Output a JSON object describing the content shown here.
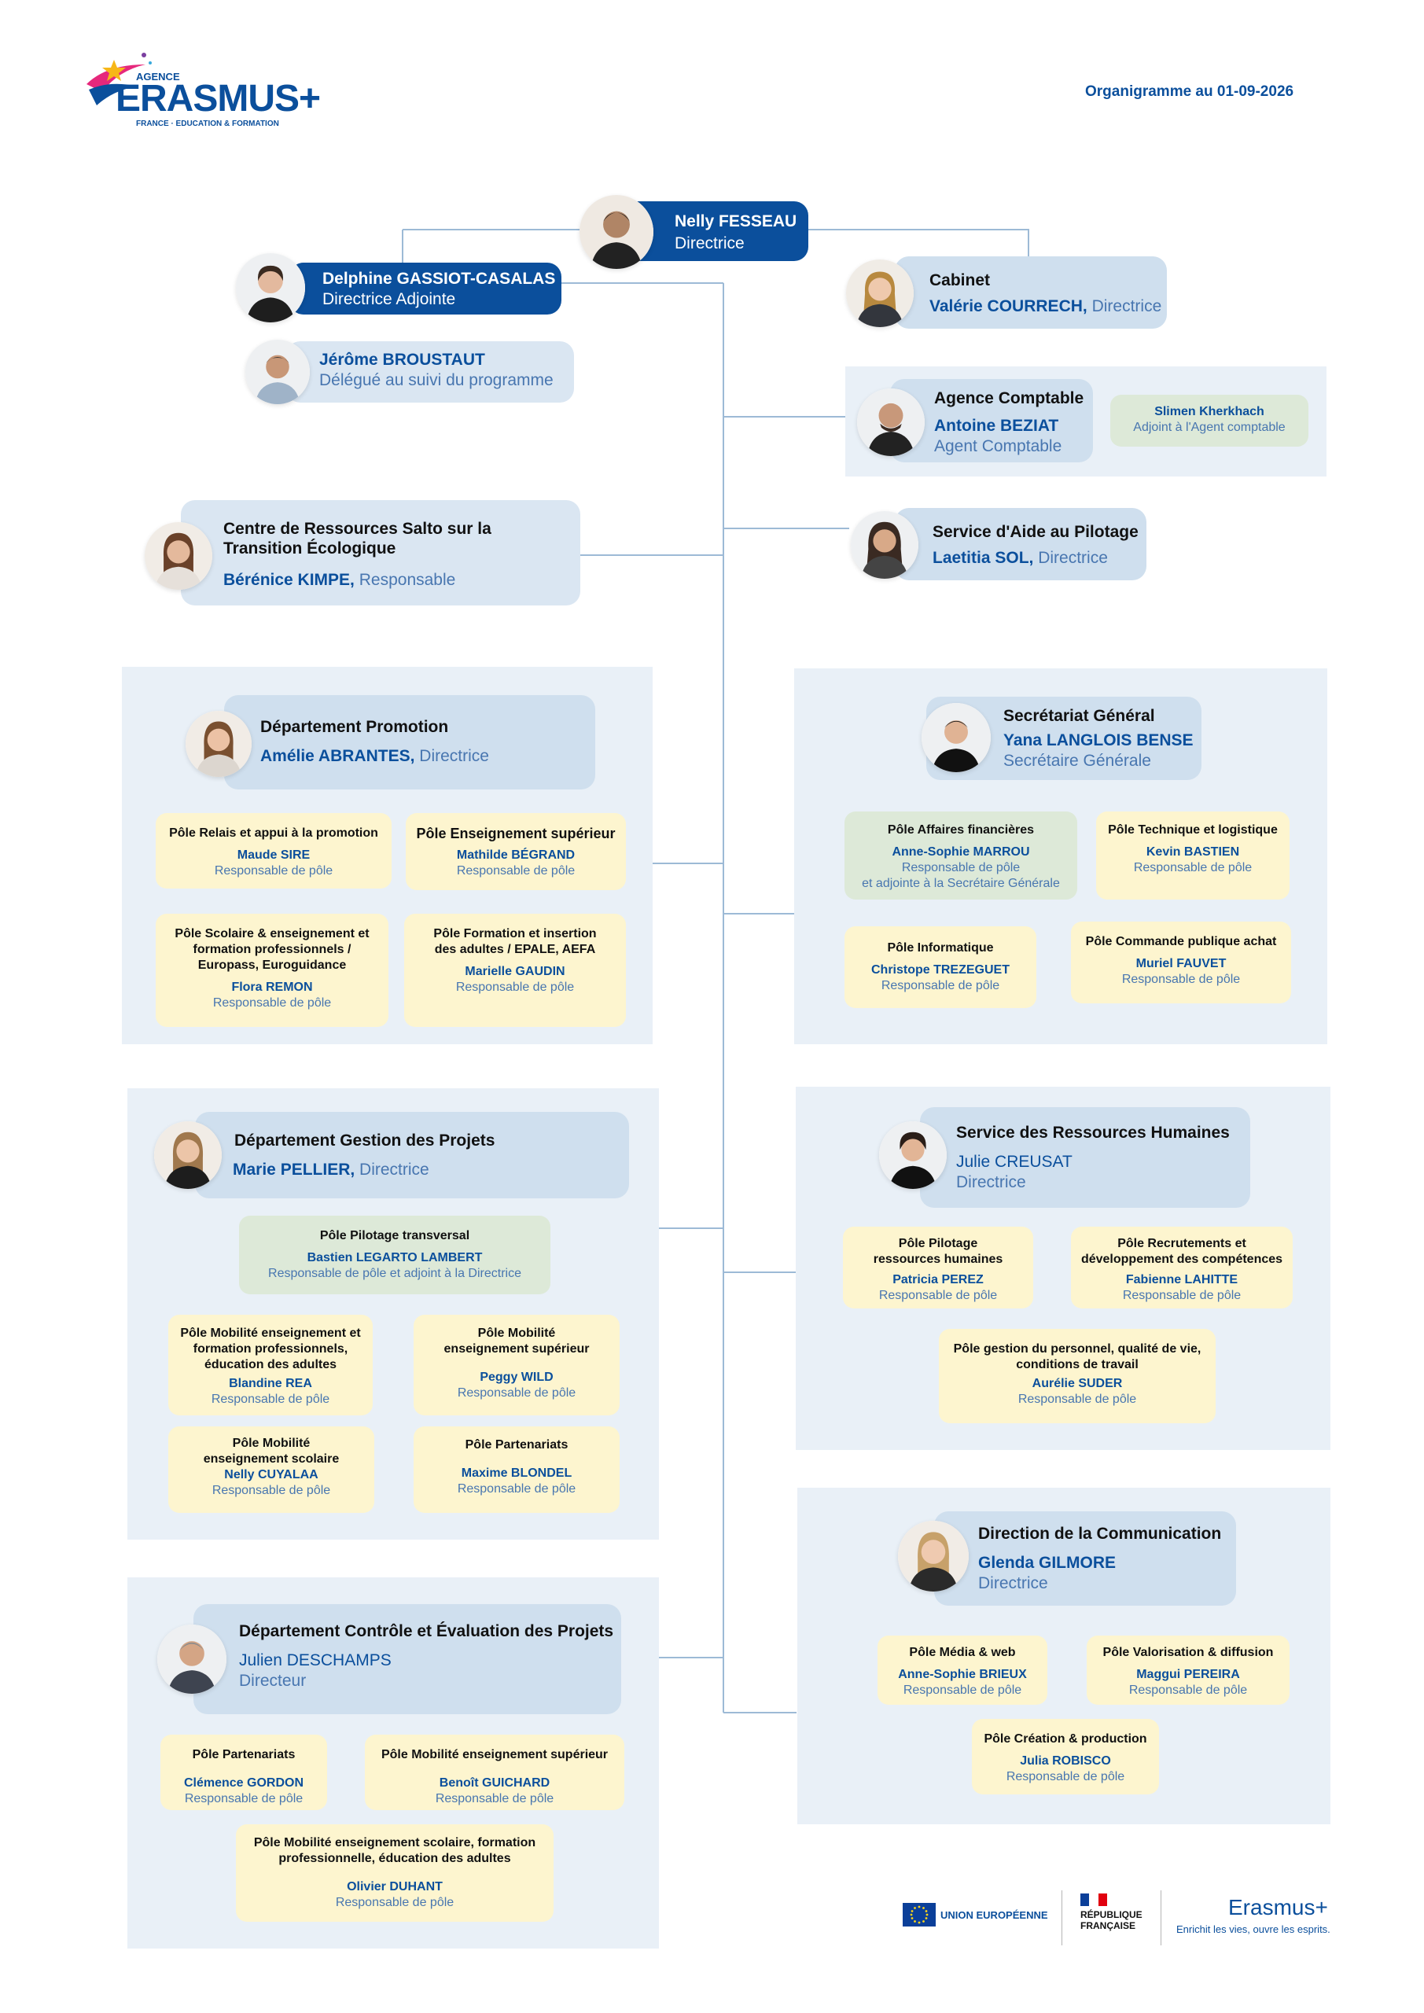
{
  "header": {
    "logo_top": "AGENCE",
    "logo_main": "ERASMUS+",
    "logo_sub": "FRANCE · EDUCATION & FORMATION",
    "date_label": "Organigramme au 01-09-2026"
  },
  "director": {
    "name": "Nelly FESSEAU",
    "role": "Directrice"
  },
  "deputy": {
    "name": "Delphine GASSIOT-CASALAS",
    "role": "Directrice Adjointe"
  },
  "delegate": {
    "name": "Jérôme BROUSTAUT",
    "role": "Délégué au suivi du programme"
  },
  "cabinet": {
    "title": "Cabinet",
    "name": "Valérie COURRECH,",
    "role": " Directrice"
  },
  "accounting": {
    "title": "Agence Comptable",
    "name": "Antoine BEZIAT",
    "role": "Agent Comptable",
    "assistant_name": "Slimen Kherkhach",
    "assistant_role": "Adjoint à l'Agent comptable"
  },
  "salto": {
    "title": "Centre de Ressources Salto sur la Transition Écologique",
    "name": "Bérénice KIMPE,",
    "role": " Responsable"
  },
  "steering": {
    "title": "Service d'Aide au Pilotage",
    "name": "Laetitia SOL,",
    "role": " Directrice"
  },
  "promotion": {
    "title": "Département Promotion",
    "name": "Amélie ABRANTES,",
    "role": " Directrice",
    "poles": [
      {
        "title": "Pôle Relais et appui à la promotion",
        "name": "Maude SIRE",
        "role": "Responsable de pôle"
      },
      {
        "title": "Pôle Enseignement supérieur",
        "name": "Mathilde BÉGRAND",
        "role": "Responsable de pôle"
      },
      {
        "title": "Pôle Scolaire & enseignement et formation professionnels / Europass, Euroguidance",
        "name": "Flora REMON",
        "role": "Responsable de pôle"
      },
      {
        "title": "Pôle Formation et insertion des adultes / EPALE, AEFA",
        "name": "Marielle GAUDIN",
        "role": "Responsable de pôle"
      }
    ]
  },
  "secretariat": {
    "title": "Secrétariat Général",
    "name": "Yana LANGLOIS BENSE",
    "role": "Secrétaire Générale",
    "poles": [
      {
        "title": "Pôle Affaires financières",
        "name": "Anne-Sophie MARROU",
        "role": "Responsable de pôle",
        "role2": "et adjointe à la Secrétaire Générale"
      },
      {
        "title": "Pôle Technique et logistique",
        "name": "Kevin BASTIEN",
        "role": "Responsable de pôle"
      },
      {
        "title": "Pôle Informatique",
        "name": "Christope TREZEGUET",
        "role": "Responsable de pôle"
      },
      {
        "title": "Pôle Commande publique achat",
        "name": "Muriel FAUVET",
        "role": "Responsable de pôle"
      }
    ]
  },
  "projects": {
    "title": "Département Gestion des Projets",
    "name": "Marie PELLIER,",
    "role": " Directrice",
    "transversal": {
      "title": "Pôle Pilotage transversal",
      "name": "Bastien LEGARTO LAMBERT",
      "role": "Responsable de pôle et adjoint à la Directrice"
    },
    "poles": [
      {
        "title": "Pôle Mobilité enseignement et formation professionnels, éducation des adultes",
        "name": "Blandine REA",
        "role": "Responsable de pôle"
      },
      {
        "title": "Pôle Mobilité enseignement supérieur",
        "name": "Peggy WILD",
        "role": "Responsable de pôle"
      },
      {
        "title": "Pôle Mobilité enseignement scolaire",
        "name": "Nelly CUYALAA",
        "role": "Responsable de pôle"
      },
      {
        "title": "Pôle Partenariats",
        "name": "Maxime BLONDEL",
        "role": "Responsable de pôle"
      }
    ]
  },
  "hr": {
    "title": "Service des Ressources Humaines",
    "name": "Julie CREUSAT",
    "role": "Directrice",
    "poles": [
      {
        "title": "Pôle Pilotage ressources humaines",
        "name": "Patricia PEREZ",
        "role": "Responsable de pôle"
      },
      {
        "title": "Pôle Recrutements et développement des compétences",
        "name": "Fabienne LAHITTE",
        "role": "Responsable de pôle"
      },
      {
        "title": "Pôle gestion du personnel, qualité de vie, conditions de travail",
        "name": "Aurélie SUDER",
        "role": "Responsable de pôle"
      }
    ]
  },
  "control": {
    "title": "Département Contrôle et Évaluation des Projets",
    "name": "Julien DESCHAMPS",
    "role": "Directeur",
    "poles": [
      {
        "title": "Pôle Partenariats",
        "name": "Clémence GORDON",
        "role": "Responsable de pôle"
      },
      {
        "title": "Pôle Mobilité enseignement supérieur",
        "name": "Benoît GUICHARD",
        "role": "Responsable de pôle"
      },
      {
        "title": "Pôle Mobilité enseignement scolaire, formation professionnelle, éducation des adultes",
        "name": "Olivier DUHANT",
        "role": "Responsable de pôle"
      }
    ]
  },
  "communication": {
    "title": "Direction de la Communication",
    "name": "Glenda GILMORE",
    "role": "Directrice",
    "poles": [
      {
        "title": "Pôle Média & web",
        "name": "Anne-Sophie BRIEUX",
        "role": "Responsable de pôle"
      },
      {
        "title": "Pôle Valorisation & diffusion",
        "name": "Maggui PEREIRA",
        "role": "Responsable de pôle"
      },
      {
        "title": "Pôle Création & production",
        "name": "Julia ROBISCO",
        "role": "Responsable de pôle"
      }
    ]
  },
  "footer": {
    "eu_label": "UNION EUROPÉENNE",
    "rf_line1": "RÉPUBLIQUE",
    "rf_line2": "FRANÇAISE",
    "erasmus_label": "Erasmus+",
    "erasmus_tagline": "Enrichit les vies, ouvre les esprits."
  },
  "colors": {
    "primary": "#0b4f9c",
    "light_blue": "#cfdfee",
    "panel": "#e9f0f7",
    "yellow": "#fdf5cf",
    "green": "#dde9d8",
    "line": "#9dbad6"
  }
}
